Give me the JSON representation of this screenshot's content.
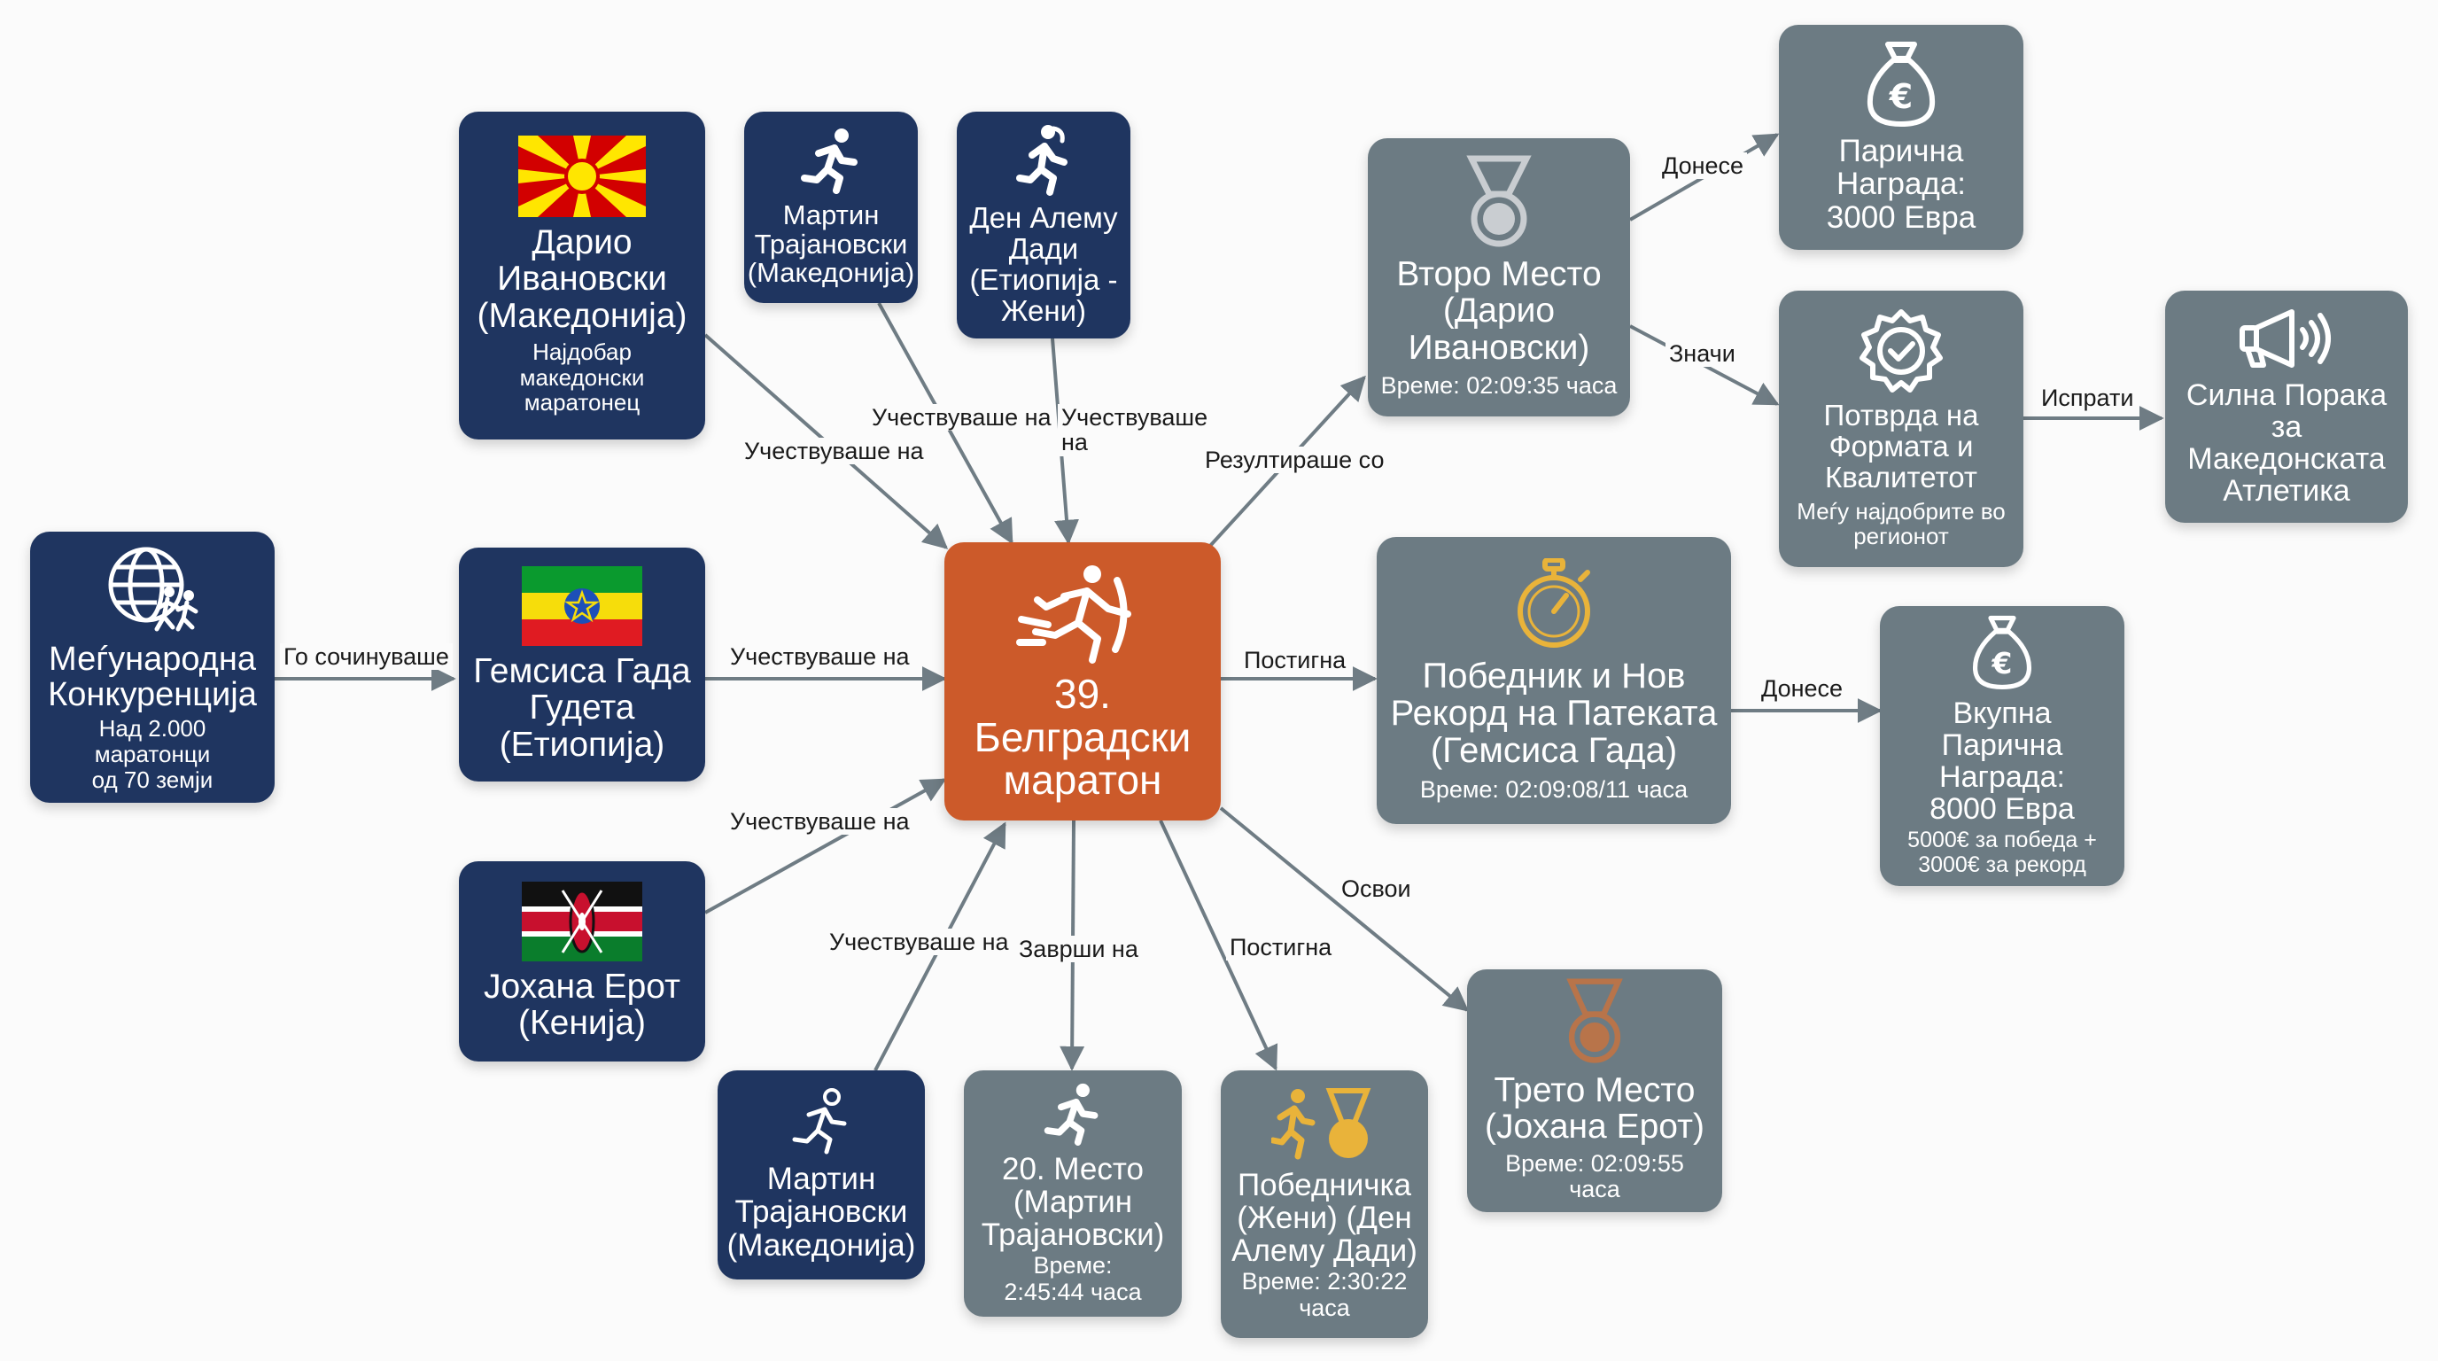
{
  "colors": {
    "navy": "#1f3560",
    "gray": "#6c7b83",
    "orange": "#cc5a2a",
    "edge": "#6f7c84",
    "gold": "#e9b33a",
    "bronze": "#b8744a",
    "silver": "#c9cdd1"
  },
  "nodes": {
    "center": {
      "title": "39.\nБелградски\nмаратон",
      "icon": "finish-runner-icon"
    },
    "competition": {
      "title": "Меѓународна\nКонкуренција",
      "sub": "Над 2.000 маратонци\nод 70 земји",
      "icon": "globe-runners-icon"
    },
    "dario": {
      "title": "Дарио\nИвановски\n(Македонија)",
      "sub": "Најдобар\nмакедонски\nмаратонец",
      "icon": "macedonia-flag-icon"
    },
    "martin_top": {
      "title": "Мартин\nТрајановски\n(Македонија)",
      "icon": "runner-icon"
    },
    "den": {
      "title": "Ден Алему\nДади\n(Етиопија -\nЖени)",
      "icon": "female-runner-icon"
    },
    "gemsisa": {
      "title": "Гемсиса Гада\nГудета\n(Етиопија)",
      "icon": "ethiopia-flag-icon"
    },
    "johana": {
      "title": "Јохана Ерот\n(Кенија)",
      "icon": "kenya-flag-icon"
    },
    "martin_bottom": {
      "title": "Мартин\nТрајановски\n(Македонија)",
      "icon": "runner-icon"
    },
    "place20": {
      "title": "20. Место\n(Мартин\nТрајановски)",
      "sub": "Време:\n2:45:44 часа",
      "icon": "runner-icon"
    },
    "winner_women": {
      "title": "Победничка\n(Жени) (Ден\nАлему Дади)",
      "sub": "Време: 2:30:22\nчаса",
      "icon": "female-runner-medal-icon"
    },
    "third": {
      "title": "Трето Место\n(Јохана Ерот)",
      "sub": "Време: 02:09:55 часа",
      "icon": "bronze-medal-icon"
    },
    "second": {
      "title": "Второ Место\n(Дарио\nИвановски)",
      "sub": "Време: 02:09:35 часа",
      "icon": "silver-medal-icon"
    },
    "winner_record": {
      "title": "Победник и Нов\nРекорд на Патеката\n(Гемсиса Гада)",
      "sub": "Време: 02:09:08/11 часа",
      "icon": "stopwatch-icon"
    },
    "prize3000": {
      "title": "Парична\nНаграда:\n3000 Евра",
      "icon": "money-bag-euro-icon"
    },
    "confirm": {
      "title": "Потврда на\nФормата и\nКвалитетот",
      "sub": "Меѓу најдобрите во\nрегионот",
      "icon": "check-badge-icon"
    },
    "message": {
      "title": "Силна Порака за\nМакедонската\nАтлетика",
      "icon": "megaphone-icon"
    },
    "prize8000": {
      "title": "Вкупна Парична\nНаграда:\n8000 Евра",
      "sub": "5000€ за победа +\n3000€ за рекорд",
      "icon": "money-bag-euro-icon"
    }
  },
  "edges": {
    "competition_gemsisa": "Го сочинуваше",
    "gemsisa_center": "Учествуваше на",
    "dario_center": "Учествуваше на",
    "martin_top_center": "Учествуваше на",
    "den_center": "Учествуваше\nна",
    "johana_center": "Учествуваше на",
    "martin_bottom_center": "Учествуваше на",
    "center_place20": "Заврши на",
    "center_winner_women": "Постигна",
    "center_third": "Освои",
    "center_second": "Резултираше со",
    "center_winner_record": "Постигна",
    "second_prize": "Донесе",
    "second_confirm": "Значи",
    "confirm_message": "Испрати",
    "winner_prize8000": "Донесе"
  }
}
